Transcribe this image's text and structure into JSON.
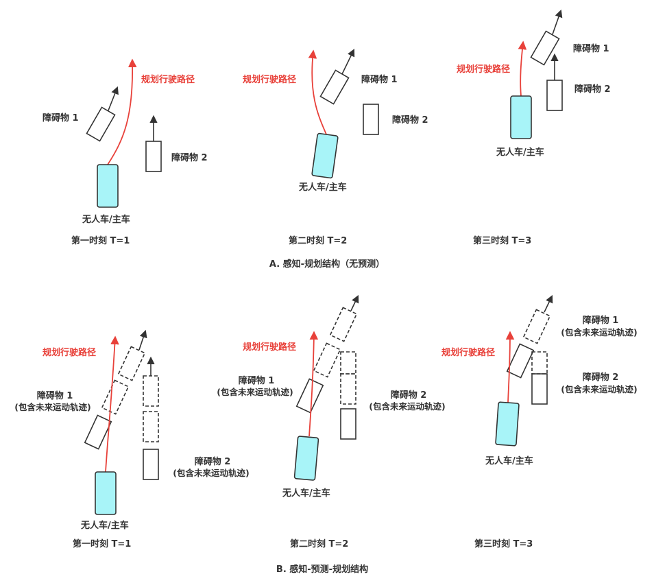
{
  "labels": {
    "planned_path": "规划行驶路径",
    "obstacle1": "障碍物 1",
    "obstacle2": "障碍物 2",
    "ego": "无人车/主车",
    "future_traj": "(包含未来运动轨迹)",
    "t1": "第一时刻 T=1",
    "t2": "第二时刻 T=2",
    "t3": "第三时刻 T=3"
  },
  "captions": {
    "a": "A. 感知-规划结构（无预测）",
    "b": "B. 感知-预测-规划结构"
  },
  "colors": {
    "ego_fill": "#a8f4f8",
    "path": "#e8413a",
    "stroke": "#333333"
  }
}
